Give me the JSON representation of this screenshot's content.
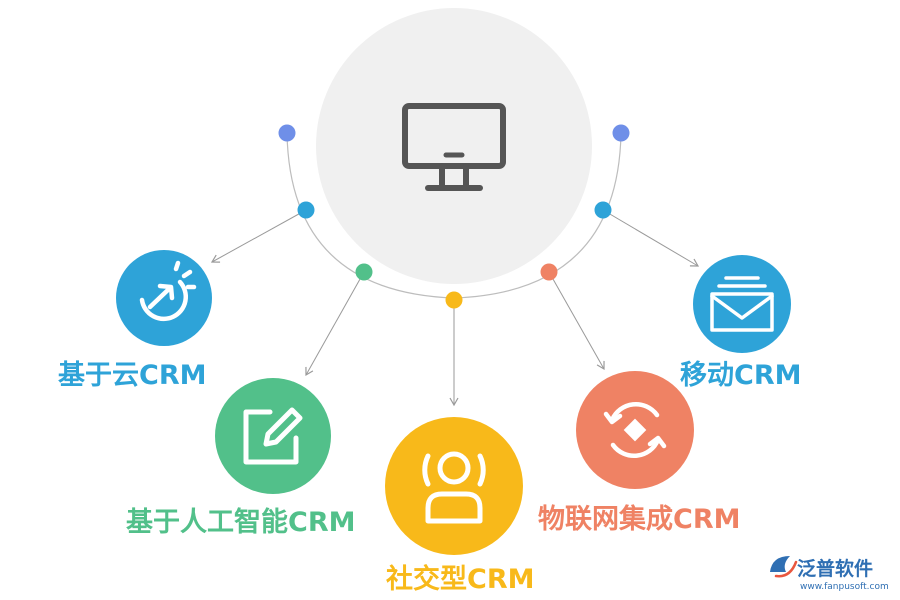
{
  "center": {
    "icon": "monitor-icon",
    "circle_color": "#f0f0f0",
    "icon_color": "#555555"
  },
  "nodes": [
    {
      "label": "基于云CRM",
      "icon": "cloud-sync-icon",
      "color": "#2ea3d8"
    },
    {
      "label": "基于人工智能CRM",
      "icon": "edit-icon",
      "color": "#52c08a"
    },
    {
      "label": "社交型CRM",
      "icon": "user-icon",
      "color": "#f8b91a"
    },
    {
      "label": "物联网集成CRM",
      "icon": "refresh-icon",
      "color": "#ef8264"
    },
    {
      "label": "移动CRM",
      "icon": "envelope-icon",
      "color": "#2ea3d8"
    }
  ],
  "arc": {
    "line_color": "#bdbdbd",
    "end_dot_color": "#6f8fe8"
  },
  "watermark": {
    "text": "泛普软件",
    "sub": "www.fanpusoft.com",
    "icon": "fanpu-logo-icon",
    "color": "#2f6fb3"
  }
}
